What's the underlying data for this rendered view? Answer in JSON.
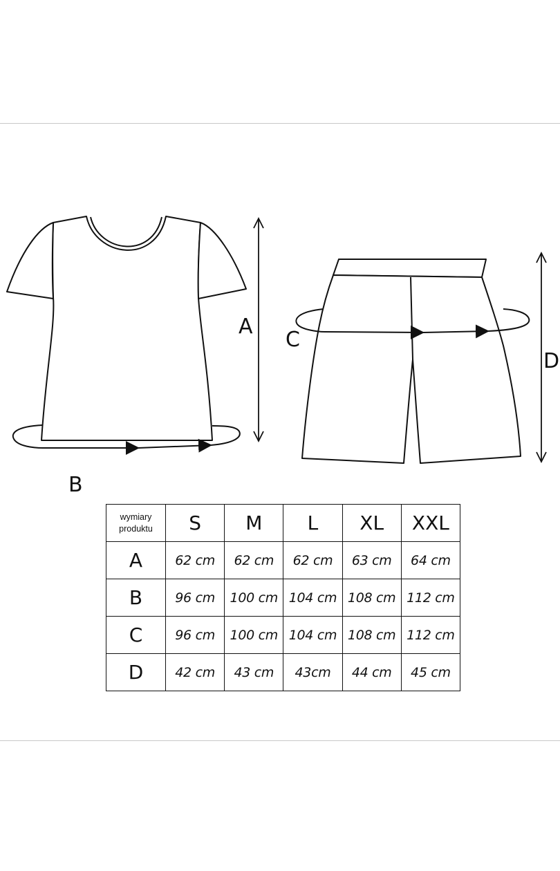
{
  "diagram": {
    "labels": {
      "a": "A",
      "b": "B",
      "c": "C",
      "d": "D"
    }
  },
  "table": {
    "corner_line1": "wymiary",
    "corner_line2": "produktu",
    "sizes": [
      "S",
      "M",
      "L",
      "XL",
      "XXL"
    ],
    "rows": [
      {
        "label": "A",
        "values": [
          "62 cm",
          "62 cm",
          "62 cm",
          "63 cm",
          "64 cm"
        ]
      },
      {
        "label": "B",
        "values": [
          "96 cm",
          "100 cm",
          "104 cm",
          "108 cm",
          "112 cm"
        ]
      },
      {
        "label": "C",
        "values": [
          "96 cm",
          "100 cm",
          "104 cm",
          "108 cm",
          "112 cm"
        ]
      },
      {
        "label": "D",
        "values": [
          "42 cm",
          "43 cm",
          "43cm",
          "44 cm",
          "45 cm"
        ]
      }
    ]
  },
  "colors": {
    "line": "#111111",
    "rule": "#c8c8c8",
    "background": "#ffffff"
  }
}
